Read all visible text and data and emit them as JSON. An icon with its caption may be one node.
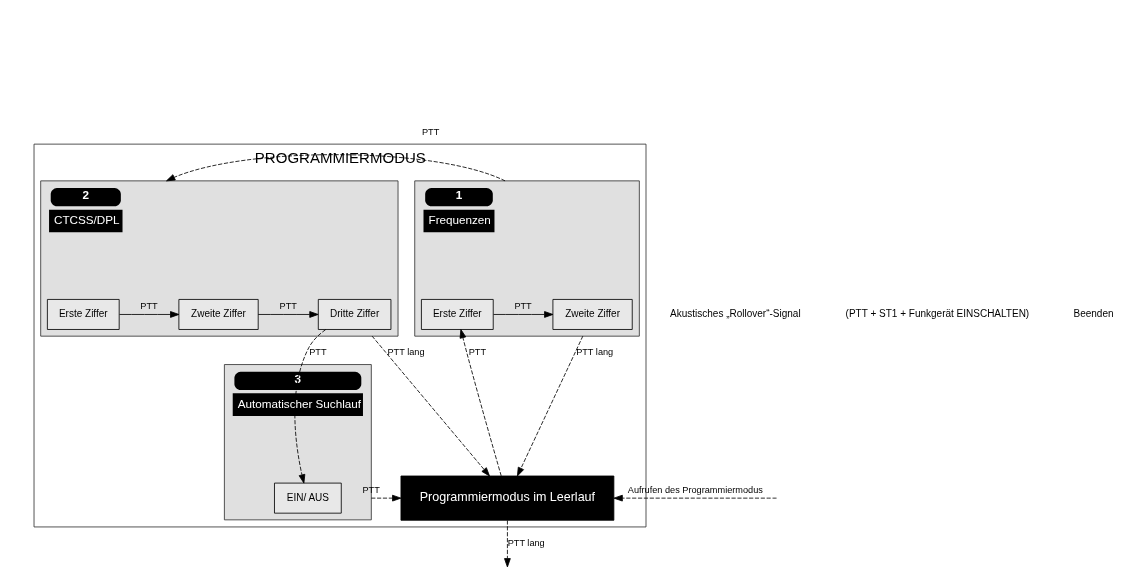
{
  "diagram": {
    "nodes": [
      {
        "text": [
          "PROGRAMMIERMODUS"
        ]
      },
      {
        "text": [
          "Frequenzen"
        ],
        "in": 0,
        "beside": [
          "1"
        ]
      },
      {
        "text": [
          "Erste Ziffer"
        ],
        "in": 1
      },
      {
        "text": [
          "Zweite Ziffer"
        ],
        "in": 1
      },
      {
        "text": [
          "CTCSS/DPL"
        ],
        "in": 0,
        "beside": [
          "2"
        ]
      },
      {
        "text": [
          "Erste Ziffer"
        ],
        "in": 4
      },
      {
        "text": [
          "Zweite Ziffer"
        ],
        "in": 4
      },
      {
        "text": [
          "Dritte Ziffer"
        ],
        "in": 4
      },
      {
        "text": [
          "Programmiermodus im Leerlauf"
        ],
        "in": 0
      },
      {
        "text": [
          "Automatischer Suchlauf"
        ],
        "in": 0,
        "beside": [
          "3"
        ]
      },
      {
        "text": [
          "EIN/ AUS"
        ],
        "in": 9
      }
    ],
    "edges": [
      {
        "from": 2,
        "to": 3,
        "arrow": "to",
        "label": "PTT"
      },
      {
        "from": 1,
        "to": 4,
        "arrow": "to",
        "label": "PTT",
        "style": "dashed"
      },
      {
        "from": 5,
        "to": 6,
        "arrow": "to",
        "label": "PTT"
      },
      {
        "from": 6,
        "to": 7,
        "arrow": "to",
        "label": "PTT"
      },
      {
        "from": 8,
        "to": 2,
        "arrow": "to",
        "label": "PTT",
        "style": "dashed"
      },
      {
        "from": 1,
        "to": 8,
        "arrow": "to",
        "label": "PTT lang",
        "style": "dashed"
      },
      {
        "from": 4,
        "to": 8,
        "arrow": "to",
        "label": "PTT lang",
        "style": "dashed"
      },
      {
        "from": 7,
        "to": 10,
        "arrow": "to",
        "label": "PTT",
        "style": "dashed"
      },
      {
        "from": 9,
        "to": 8,
        "arrow": "to",
        "label": "PTT",
        "style": "dashed"
      },
      {
        "from": null,
        "to": 8,
        "arrow": "to",
        "label": "Aufrufen des Programmiermodus",
        "style": "dashed"
      },
      {
        "from": 8,
        "to": null,
        "arrow": "to",
        "label": "PTT lang",
        "style": "dashed"
      }
    ],
    "labels": [
      "Akustisches „Rollover“-Signal",
      "(PTT + ST1 + Funkgerät EINSCHALTEN)",
      "Beenden"
    ]
  }
}
